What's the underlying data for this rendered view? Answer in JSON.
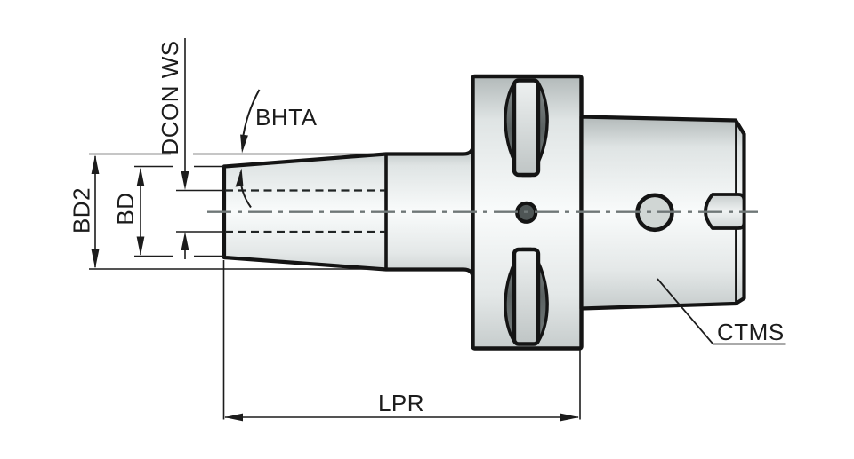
{
  "drawing": {
    "labels": {
      "bd2": "BD2",
      "bd": "BD",
      "dcon_ws": "DCON WS",
      "bhta": "BHTA",
      "lpr": "LPR",
      "ctms": "CTMS"
    },
    "colors": {
      "background": "#ffffff",
      "outline": "#141414",
      "dimension_line": "#1c1c1c",
      "centerline": "#6f7777",
      "metal_top": "#b2b9b9",
      "metal_highlight": "#f9fbfb",
      "metal_bottom": "#c6cccc",
      "pocket_fill": "#5a6161",
      "front_hole_fill": "#4e5555",
      "back_hole_fill": "#d0d6d4"
    }
  }
}
